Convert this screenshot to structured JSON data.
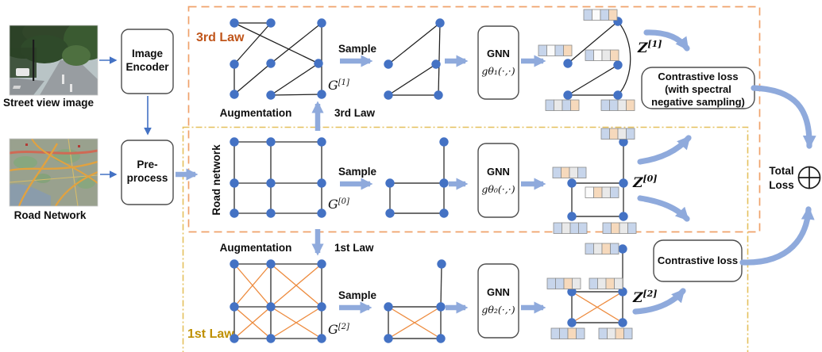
{
  "palette": {
    "node_blue": "#4472C4",
    "thick_arrow": "#8FAADC",
    "thin_arrow": "#4472C4",
    "edge_dark": "#1f1f1f",
    "edge_gray": "#545454",
    "aug_edge_orange": "#ED8B3E",
    "border_orange": "#EFA26B",
    "border_yellow": "#E4C05C",
    "law3_text": "#C0551A",
    "law1_text": "#BF9000",
    "cell_blue": "#C7D5EB",
    "cell_gray": "#E9E9E9",
    "cell_orange": "#F6D9BC",
    "cell_white": "#FBFBFB"
  },
  "left": {
    "street_view_label": "Street view image",
    "road_network_label": "Road Network",
    "image_encoder_line1": "Image",
    "image_encoder_line2": "Encoder",
    "preprocess_line1": "Pre-",
    "preprocess_line2": "process"
  },
  "rows": {
    "r1": {
      "law": "3rd Law",
      "augmentation": "Augmentation",
      "aug_law": "3rd Law",
      "sample": "Sample",
      "g_base": "G",
      "g_sup": "[1]",
      "gnn": "GNN",
      "gnn_fn": "gθ₁(·,·)",
      "z_base": "Z",
      "z_sup": "[1]"
    },
    "r0": {
      "side_label": "Road network",
      "sample": "Sample",
      "g_base": "G",
      "g_sup": "[0]",
      "gnn": "GNN",
      "gnn_fn": "gθ₀(·,·)",
      "z_base": "Z",
      "z_sup": "[0]"
    },
    "r2": {
      "law": "1st Law",
      "augmentation": "Augmentation",
      "aug_law": "1st Law",
      "sample": "Sample",
      "g_base": "G",
      "g_sup": "[2]",
      "gnn": "GNN",
      "gnn_fn": "gθ₂(·,·)",
      "z_base": "Z",
      "z_sup": "[2]"
    }
  },
  "losses": {
    "contrastive_spectral_l1": "Contrastive loss",
    "contrastive_spectral_l2": "(with spectral",
    "contrastive_spectral_l3": "negative sampling)",
    "contrastive": "Contrastive loss",
    "total_l1": "Total",
    "total_l2": "Loss"
  },
  "vectors": {
    "r1": [
      "bwbo",
      "bwbo",
      "bwgo",
      "bgbo",
      "bbgo"
    ],
    "r0": [
      "bogb",
      "bogb",
      "wogb",
      "bgbb",
      "bogb"
    ],
    "r2": [
      "bgob",
      "bbog",
      "bgog",
      "bbob",
      "bgob"
    ]
  }
}
